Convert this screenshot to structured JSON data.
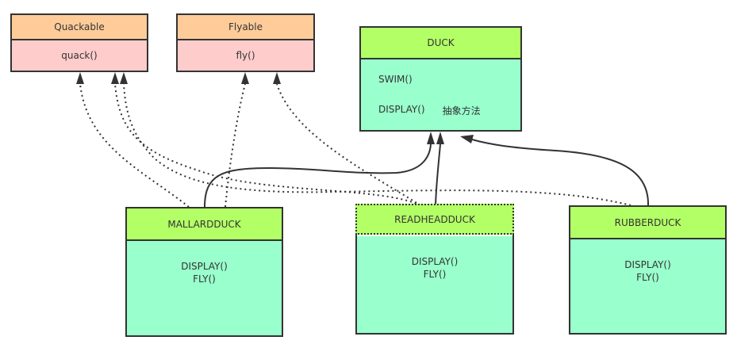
{
  "interfaces": [
    {
      "id": "quackable",
      "name": "Quackable",
      "methods": [
        "quack()"
      ]
    },
    {
      "id": "flyable",
      "name": "Flyable",
      "methods": [
        "fly()"
      ]
    }
  ],
  "abstract_class": {
    "name": "DUCK",
    "methods": [
      {
        "name": "SWIM()",
        "note": ""
      },
      {
        "name": "DISPLAY()",
        "note": "抽象方法"
      }
    ]
  },
  "subclasses": [
    {
      "id": "mallard",
      "name": "MALLARDDUCK",
      "methods": [
        "DISPLAY()",
        "FLY()"
      ]
    },
    {
      "id": "redhead",
      "name": "READHEADDUCK",
      "methods": [
        "DISPLAY()",
        "FLY()"
      ]
    },
    {
      "id": "rubber",
      "name": "RUBBERDUCK",
      "methods": [
        "DISPLAY()",
        "FLY()"
      ]
    }
  ],
  "relationships": [
    {
      "from": "MALLARDDUCK",
      "to": "DUCK",
      "type": "inheritance"
    },
    {
      "from": "READHEADDUCK",
      "to": "DUCK",
      "type": "inheritance"
    },
    {
      "from": "RUBBERDUCK",
      "to": "DUCK",
      "type": "inheritance"
    },
    {
      "from": "MALLARDDUCK",
      "to": "Quackable",
      "type": "realization"
    },
    {
      "from": "MALLARDDUCK",
      "to": "Flyable",
      "type": "realization"
    },
    {
      "from": "READHEADDUCK",
      "to": "Quackable",
      "type": "realization"
    },
    {
      "from": "READHEADDUCK",
      "to": "Flyable",
      "type": "realization"
    },
    {
      "from": "RUBBERDUCK",
      "to": "Quackable",
      "type": "realization"
    }
  ],
  "colors": {
    "interface_header": "#ffcc99",
    "interface_body": "#ffcccc",
    "class_header": "#b3ff66",
    "class_body": "#99ffcc",
    "line": "#333333"
  }
}
